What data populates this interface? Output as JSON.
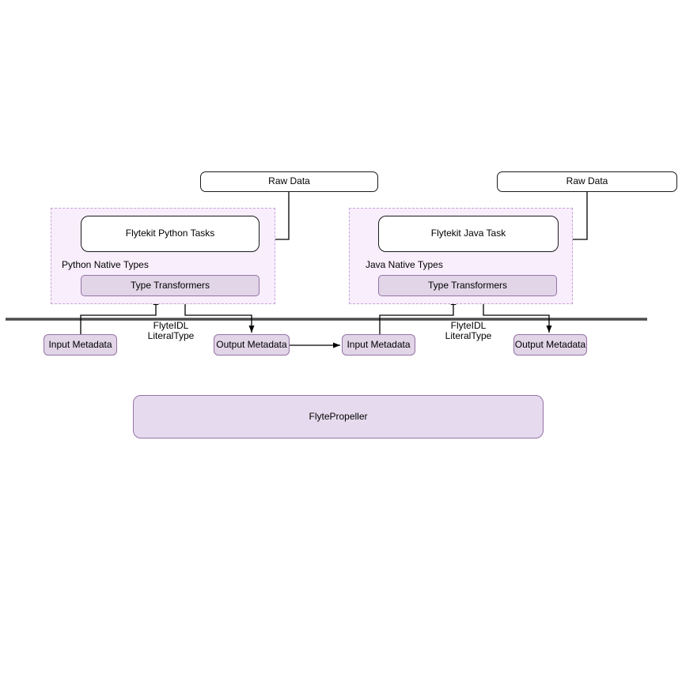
{
  "diagram": {
    "left": {
      "raw_data": "Raw Data",
      "task": "Flytekit Python Tasks",
      "native_types_label": "Python Native Types",
      "transformers": "Type Transformers",
      "idl_line1": "FlyteIDL",
      "idl_line2": "LiteralType",
      "input_metadata": "Input Metadata",
      "output_metadata": "Output Metadata"
    },
    "right": {
      "raw_data": "Raw Data",
      "task": "Flytekit Java Task",
      "native_types_label": "Java Native Types",
      "transformers": "Type Transformers",
      "idl_line1": "FlyteIDL",
      "idl_line2": "LiteralType",
      "input_metadata": "Input Metadata",
      "output_metadata": "Output Metadata"
    },
    "propeller": "FlytePropeller",
    "colors": {
      "node_fill": "#e1d5e7",
      "node_border": "#9673a6",
      "group_fill": "#f8eefc",
      "group_border": "#c9a3d8",
      "plain_fill": "#ffffff",
      "plain_border": "#1a1a1a",
      "separator": "#4d4d4d",
      "arrow": "#000000",
      "propeller_fill": "#e6dbee"
    }
  }
}
